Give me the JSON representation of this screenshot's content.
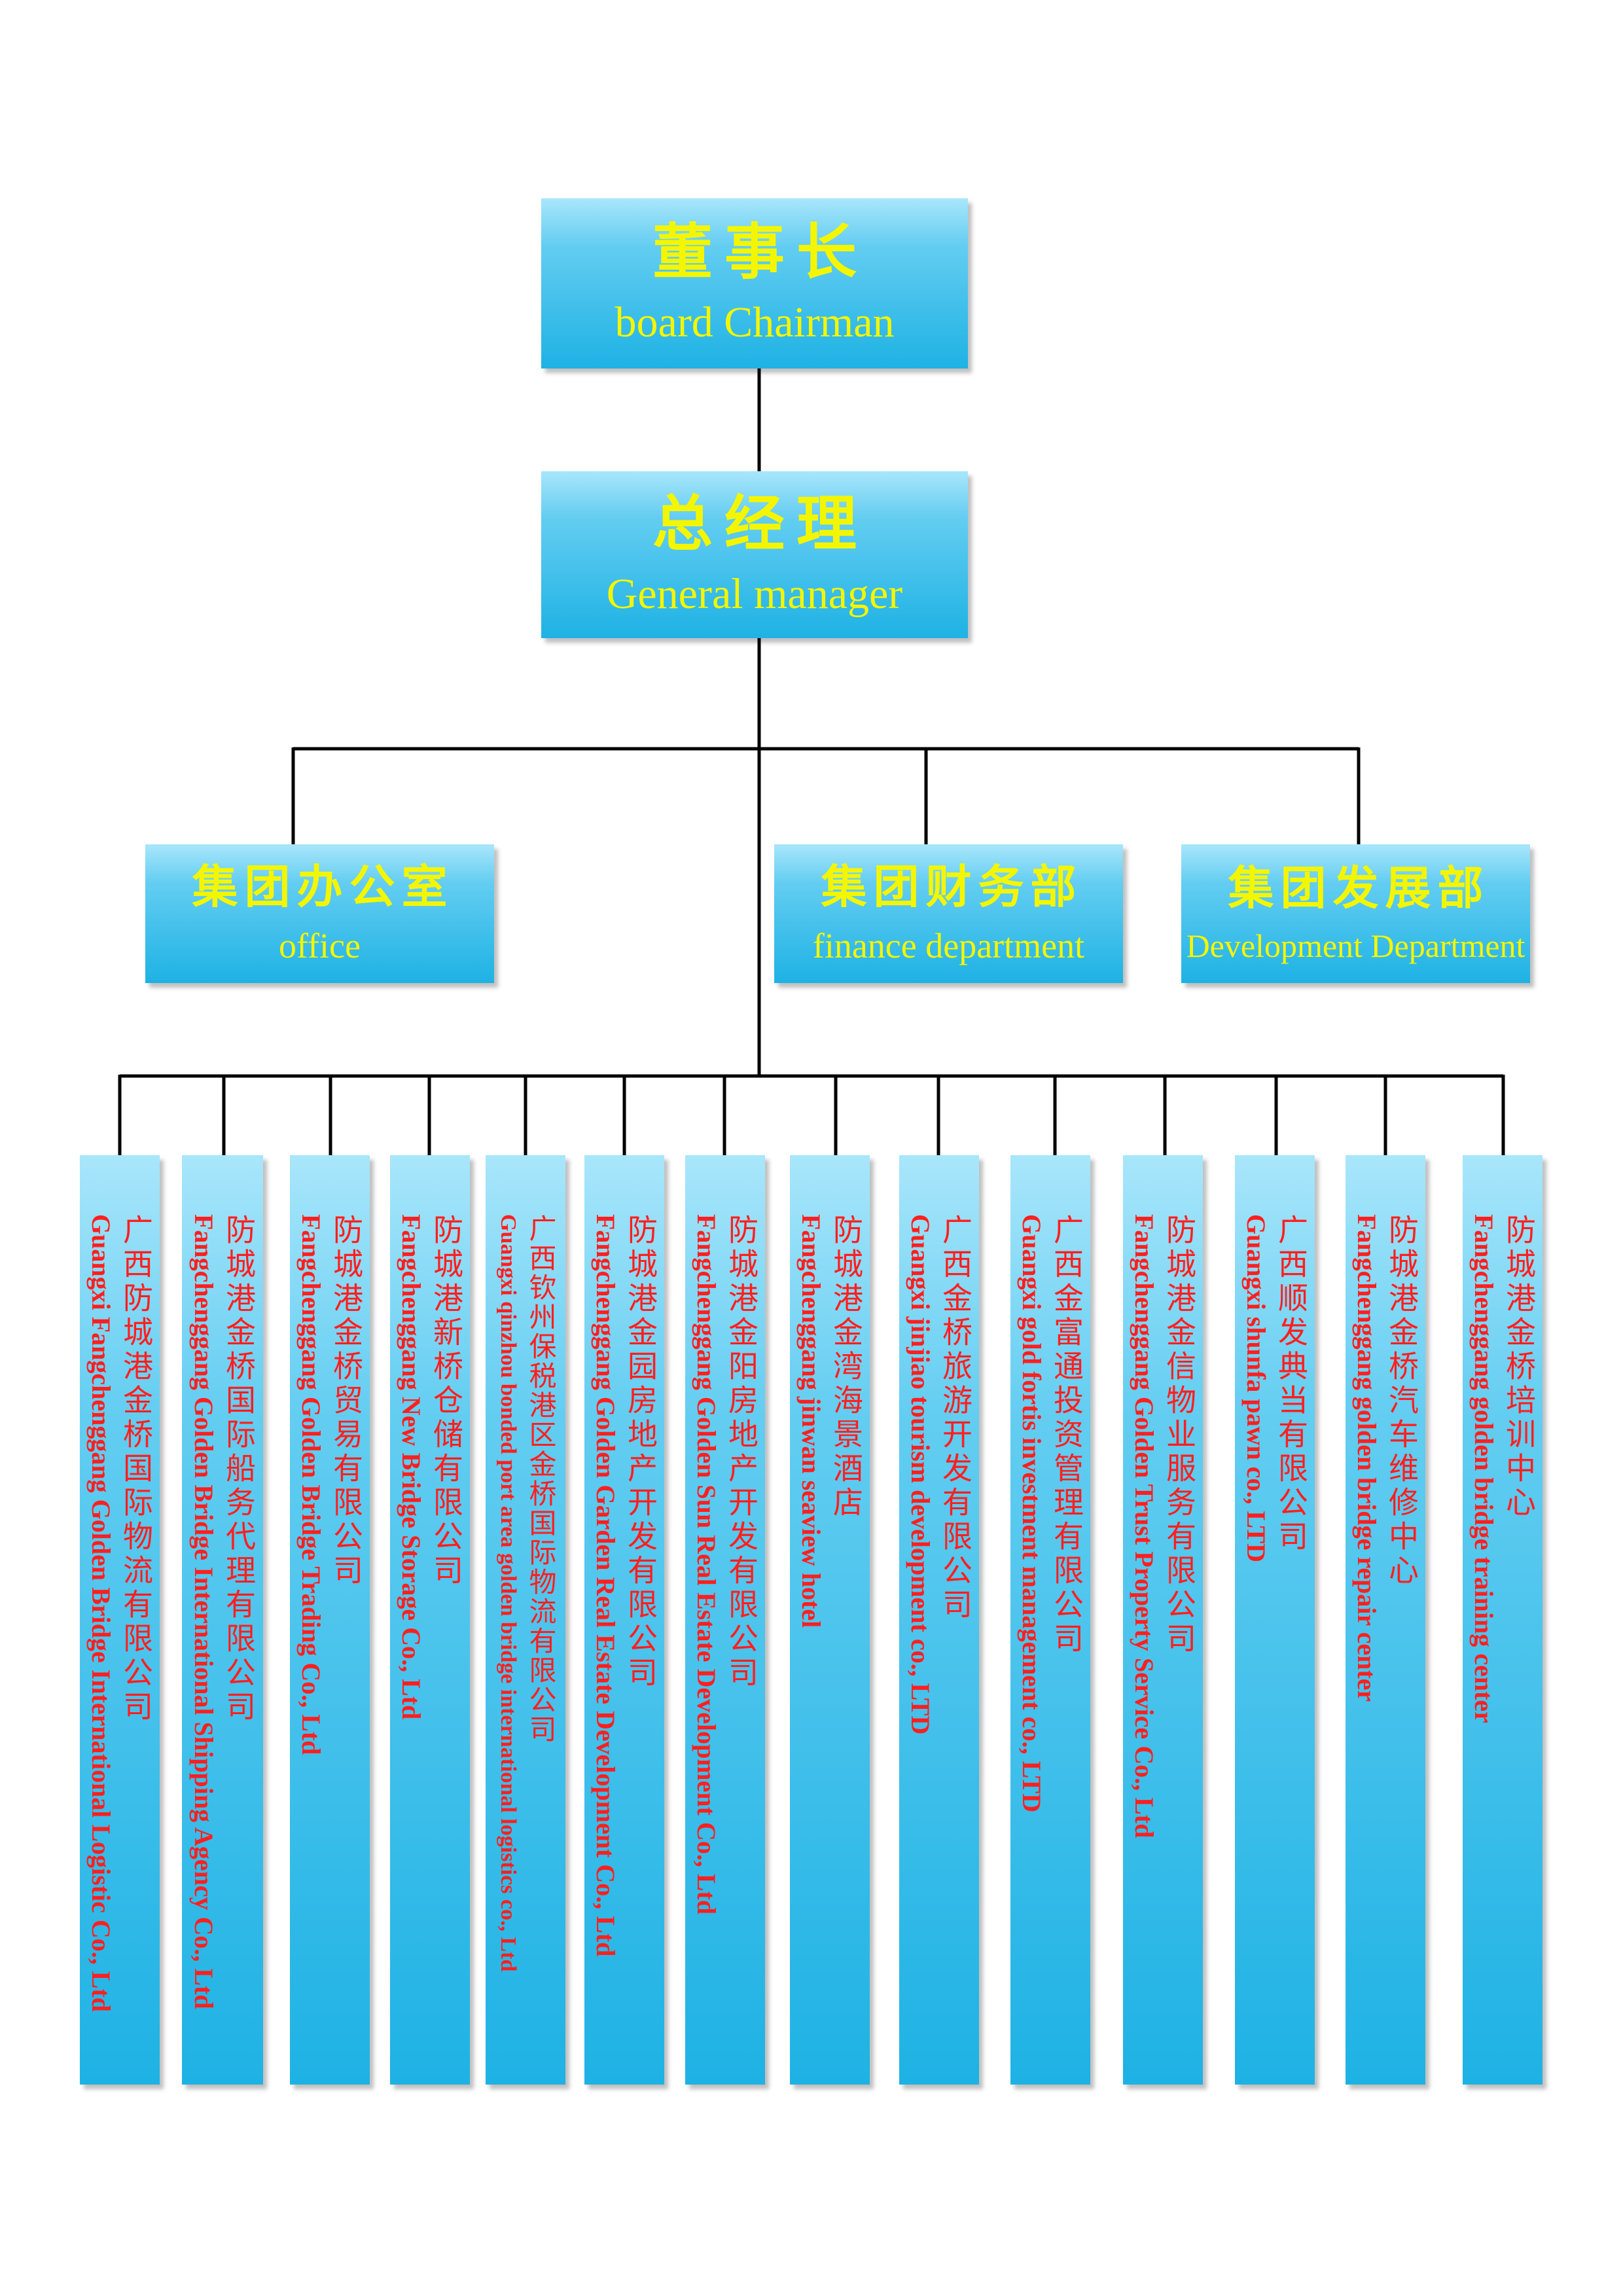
{
  "chairman": {
    "cn": "董事长",
    "en": "board Chairman"
  },
  "general_manager": {
    "cn": "总经理",
    "en": "General manager"
  },
  "departments": [
    {
      "cn": "集团办公室",
      "en": "office"
    },
    {
      "cn": "集团财务部",
      "en": "finance department"
    },
    {
      "cn": "集团发展部",
      "en": "Development Department"
    }
  ],
  "subsidiaries": [
    {
      "cn": "广西防城港金桥国际物流有限公司",
      "en": "Guangxi Fangchenggang Golden Bridge International Logistic Co., Ltd"
    },
    {
      "cn": "防城港金桥国际船务代理有限公司",
      "en": "Fangchenggang Golden Bridge International Shipping Agency Co., Ltd"
    },
    {
      "cn": "防城港金桥贸易有限公司",
      "en": "Fangchenggang Golden Bridge Trading Co., Ltd"
    },
    {
      "cn": "防城港新桥仓储有限公司",
      "en": "Fangchenggang New Bridge Storage Co., Ltd"
    },
    {
      "cn": "广西钦州保税港区金桥国际物流有限公司",
      "en": "Guangxi qinzhou bonded port area golden bridge international logistics co., Ltd"
    },
    {
      "cn": "防城港金园房地产开发有限公司",
      "en": "Fangchenggang Golden Garden Real Estate Development Co., Ltd"
    },
    {
      "cn": "防城港金阳房地产开发有限公司",
      "en": "Fangchenggang Golden Sun Real Estate Development Co., Ltd"
    },
    {
      "cn": "防城港金湾海景酒店",
      "en": "Fangchenggang jinwan seaview hotel"
    },
    {
      "cn": "广西金桥旅游开发有限公司",
      "en": "Guangxi jinjiao tourism development co., LTD"
    },
    {
      "cn": "广西金富通投资管理有限公司",
      "en": "Guangxi gold fortis investment management co., LTD"
    },
    {
      "cn": "防城港金信物业服务有限公司",
      "en": "Fangchenggang Golden Trust Property Service Co., Ltd"
    },
    {
      "cn": "广西顺发典当有限公司",
      "en": "Guangxi shunfa pawn co., LTD"
    },
    {
      "cn": "防城港金桥汽车维修中心",
      "en": "Fangchenggang golden bridge repair center"
    },
    {
      "cn": "防城港金桥培训中心",
      "en": "Fangchenggang golden bridge training center"
    }
  ],
  "colors": {
    "box_gradient_top": "#a9e6fb",
    "box_gradient_bottom": "#1eb2e4",
    "header_text": "#f4f600",
    "subsidiary_text": "#ff1f1f",
    "connector": "#000000"
  }
}
